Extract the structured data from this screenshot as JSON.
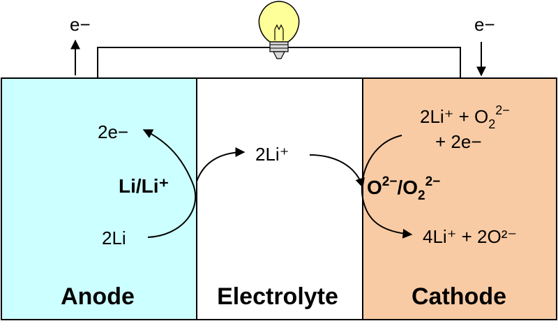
{
  "regions": {
    "anode": {
      "label": "Anode",
      "fill": "#ccffff"
    },
    "electrolyte": {
      "label": "Electrolyte",
      "fill": "#ffffff"
    },
    "cathode": {
      "label": "Cathode",
      "fill": "#f8cba4"
    }
  },
  "electron_flow": {
    "left_label": "e−",
    "right_label": "e−"
  },
  "anode_reaction": {
    "couple": "Li/Li⁺",
    "reactant": "2Li",
    "product": "2e−"
  },
  "electrolyte_species": "2Li⁺",
  "cathode_reaction": {
    "reactant_line1_a": "2Li⁺ + O",
    "reactant_line1_sub": "2",
    "reactant_line1_sup": "2−",
    "reactant_line2": "+ 2e−",
    "couple_a": "O",
    "couple_sup1": "2−",
    "couple_b": "/O",
    "couple_sub": "2",
    "couple_sup2": "2−",
    "product": "4Li⁺ + 2O²⁻"
  },
  "colors": {
    "bulb_glass": "#ffff99",
    "bulb_base": "#d9d9d9",
    "outline": "#000000"
  }
}
